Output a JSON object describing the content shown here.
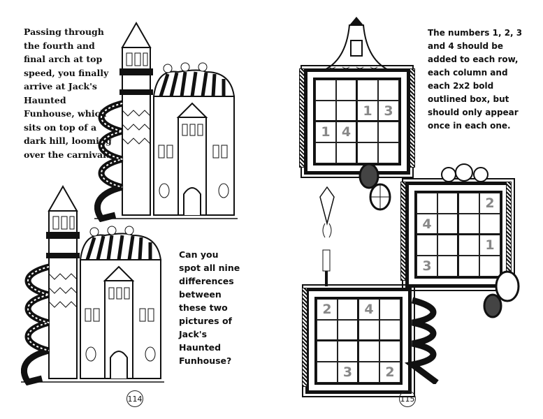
{
  "left_page": {
    "story": "Passing through the fourth and final arch at top speed, you finally arrive at Jack's Haunted Funhouse, which sits on top of a dark hill, looming over the carnival...",
    "question": "Can you spot all nine differences between these two pictures of Jack's Haunted Funhouse?",
    "page_number": "114"
  },
  "right_page": {
    "rules": "The numbers 1, 2, 3 and 4 should be added to each row, each column and each 2x2 bold outlined box, but should only appear once in each one.",
    "page_number": "115",
    "puzzles": [
      [
        [
          "",
          "",
          "",
          ""
        ],
        [
          "",
          "",
          "1",
          "3"
        ],
        [
          "1",
          "4",
          "",
          ""
        ],
        [
          "",
          "",
          "",
          ""
        ]
      ],
      [
        [
          "",
          "",
          "",
          "2"
        ],
        [
          "4",
          "",
          "",
          ""
        ],
        [
          "",
          "",
          "",
          "1"
        ],
        [
          "3",
          "",
          "",
          ""
        ]
      ],
      [
        [
          "2",
          "",
          "4",
          ""
        ],
        [
          "",
          "",
          "",
          ""
        ],
        [
          "",
          "",
          "",
          ""
        ],
        [
          "",
          "3",
          "",
          "2"
        ]
      ]
    ]
  }
}
